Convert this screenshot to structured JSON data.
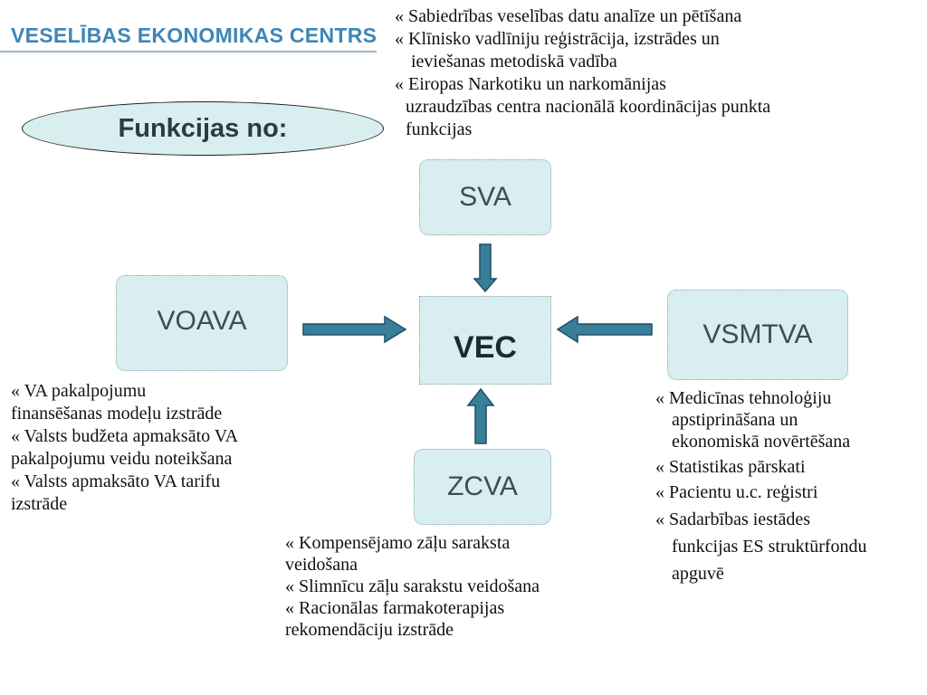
{
  "header": {
    "logo_text": "VESELĪBAS EKONOMIKAS CENTRS"
  },
  "title": {
    "label": "Funkcijas no:"
  },
  "nodes": {
    "center": "VEC",
    "top": "SVA",
    "left": "VOAVA",
    "right": "VSMTVA",
    "bottom": "ZCVA"
  },
  "notes": {
    "top": [
      "« Sabiedrības veselības datu analīze un pētīšana",
      "« Klīnisko vadlīniju  reģistrācija, izstrādes un",
      "ieviešanas metodiskā vadība",
      "« Eiropas Narkotiku un narkomānijas",
      "uzraudzības centra nacionālā koordinācijas punkta",
      "funkcijas"
    ],
    "left": [
      "« VA pakalpojumu",
      "finansēšanas modeļu izstrāde",
      "« Valsts budžeta apmaksāto VA",
      "pakalpojumu veidu noteikšana",
      "« Valsts apmaksāto VA tarifu",
      "izstrāde"
    ],
    "right": [
      "« Medicīnas tehnoloģiju",
      "apstiprināšana un",
      "ekonomiskā novērtēšana",
      "« Statistikas pārskati",
      "« Pacientu u.c. reģistri",
      "« Sadarbības iestādes",
      "funkcijas ES struktūrfondu",
      "apguvē"
    ],
    "bottom": [
      "« Kompensējamo zāļu saraksta",
      "veidošana",
      "« Slimnīcu zāļu sarakstu veidošana",
      "« Racionālas farmakoterapijas",
      "rekomendāciju izstrāde"
    ]
  },
  "colors": {
    "box_fill": "#d8eef0",
    "arrow_fill": "#3a7f9a",
    "arrow_stroke": "#1f4d68",
    "logo": "#3e86b8"
  }
}
